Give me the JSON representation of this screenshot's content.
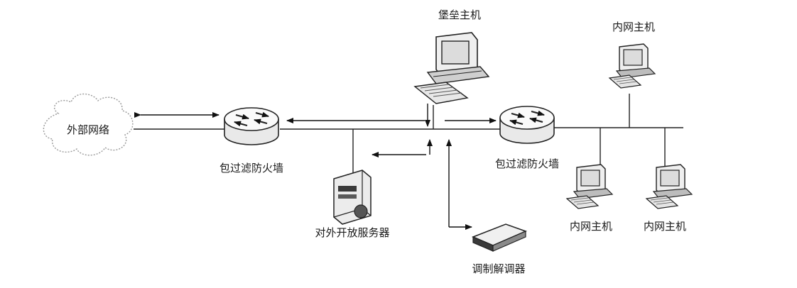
{
  "nodes": {
    "external_network": "外部网络",
    "packet_filter_left": "包过滤防火墙",
    "bastion_host": "堡垒主机",
    "public_server": "对外开放服务器",
    "packet_filter_right": "包过滤防火墙",
    "modem": "调制解调器",
    "internal_host_top": "内网主机",
    "internal_host_1": "内网主机",
    "internal_host_2": "内网主机"
  },
  "colors": {
    "line": "#222222",
    "device_fill": "#f2f2f2",
    "device_dark": "#3a3a3a",
    "screen": "#dcdcdc"
  }
}
